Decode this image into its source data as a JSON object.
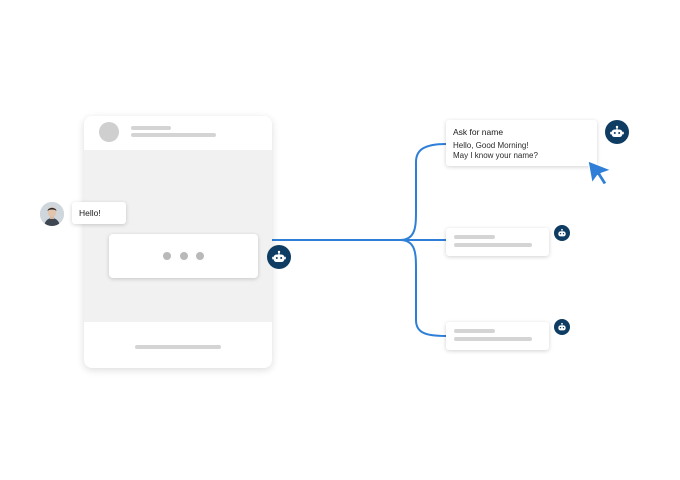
{
  "user_message": {
    "text": "Hello!",
    "avatar": "user-avatar-icon"
  },
  "bot": {
    "icon": "robot-icon",
    "color": "#0f3c63"
  },
  "connector_color": "#2f7fd8",
  "cursor_color": "#2f7fd8",
  "branches": [
    {
      "title": "Ask for name",
      "lines": [
        "Hello, Good Morning!",
        "May I know your name?"
      ]
    },
    {
      "title": "",
      "lines": []
    },
    {
      "title": "",
      "lines": []
    }
  ]
}
